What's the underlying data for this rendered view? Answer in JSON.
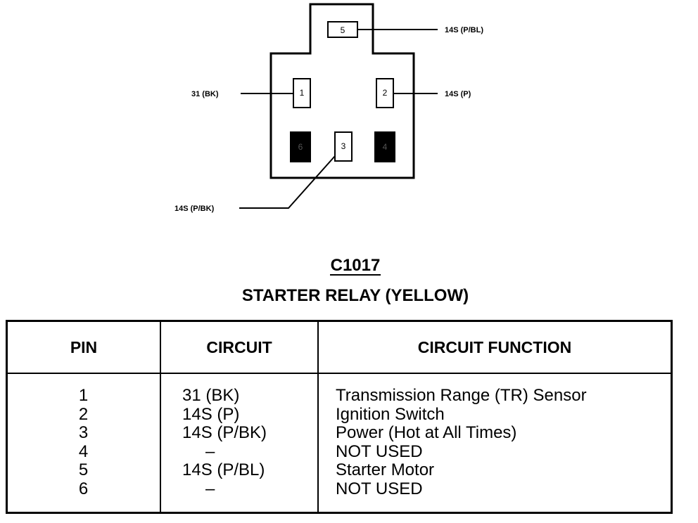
{
  "connector": {
    "id": "C1017",
    "name": "STARTER RELAY (YELLOW)",
    "terminals": [
      {
        "pin": "1",
        "wire": "31 (BK)",
        "used": true
      },
      {
        "pin": "2",
        "wire": "14S (P)",
        "used": true
      },
      {
        "pin": "3",
        "wire": "14S (P/BK)",
        "used": true
      },
      {
        "pin": "4",
        "wire": "",
        "used": false
      },
      {
        "pin": "5",
        "wire": "14S (P/BL)",
        "used": true
      },
      {
        "pin": "6",
        "wire": "",
        "used": false
      }
    ]
  },
  "table": {
    "headers": {
      "pin": "PIN",
      "circuit": "CIRCUIT",
      "function": "CIRCUIT FUNCTION"
    },
    "rows": [
      {
        "pin": "1",
        "circuit": "31 (BK)",
        "function": "Transmission Range (TR) Sensor"
      },
      {
        "pin": "2",
        "circuit": "14S (P)",
        "function": "Ignition Switch"
      },
      {
        "pin": "3",
        "circuit": "14S (P/BK)",
        "function": "Power (Hot at All Times)"
      },
      {
        "pin": "4",
        "circuit": "–",
        "function": "NOT USED"
      },
      {
        "pin": "5",
        "circuit": "14S (P/BL)",
        "function": "Starter Motor"
      },
      {
        "pin": "6",
        "circuit": "–",
        "function": "NOT USED"
      }
    ]
  },
  "colors": {
    "ink": "#000000",
    "paper": "#ffffff"
  }
}
